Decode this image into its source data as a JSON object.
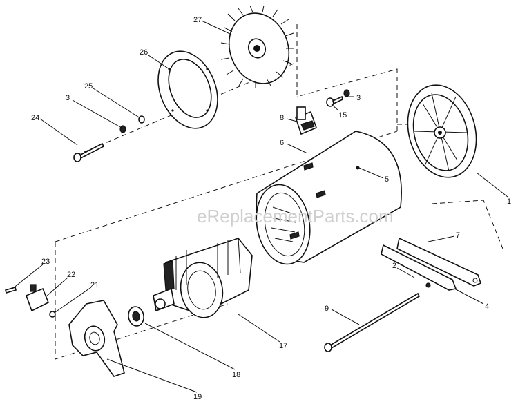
{
  "watermark": "eReplacementParts.com",
  "callouts": {
    "p1": "1",
    "p2": "2",
    "p3a": "3",
    "p3b": "3",
    "p4": "4",
    "p5": "5",
    "p6": "6",
    "p7": "7",
    "p8": "8",
    "p9": "9",
    "p15": "15",
    "p17": "17",
    "p18": "18",
    "p19": "19",
    "p21": "21",
    "p22": "22",
    "p23": "23",
    "p24": "24",
    "p25": "25",
    "p26": "26",
    "p27": "27"
  }
}
